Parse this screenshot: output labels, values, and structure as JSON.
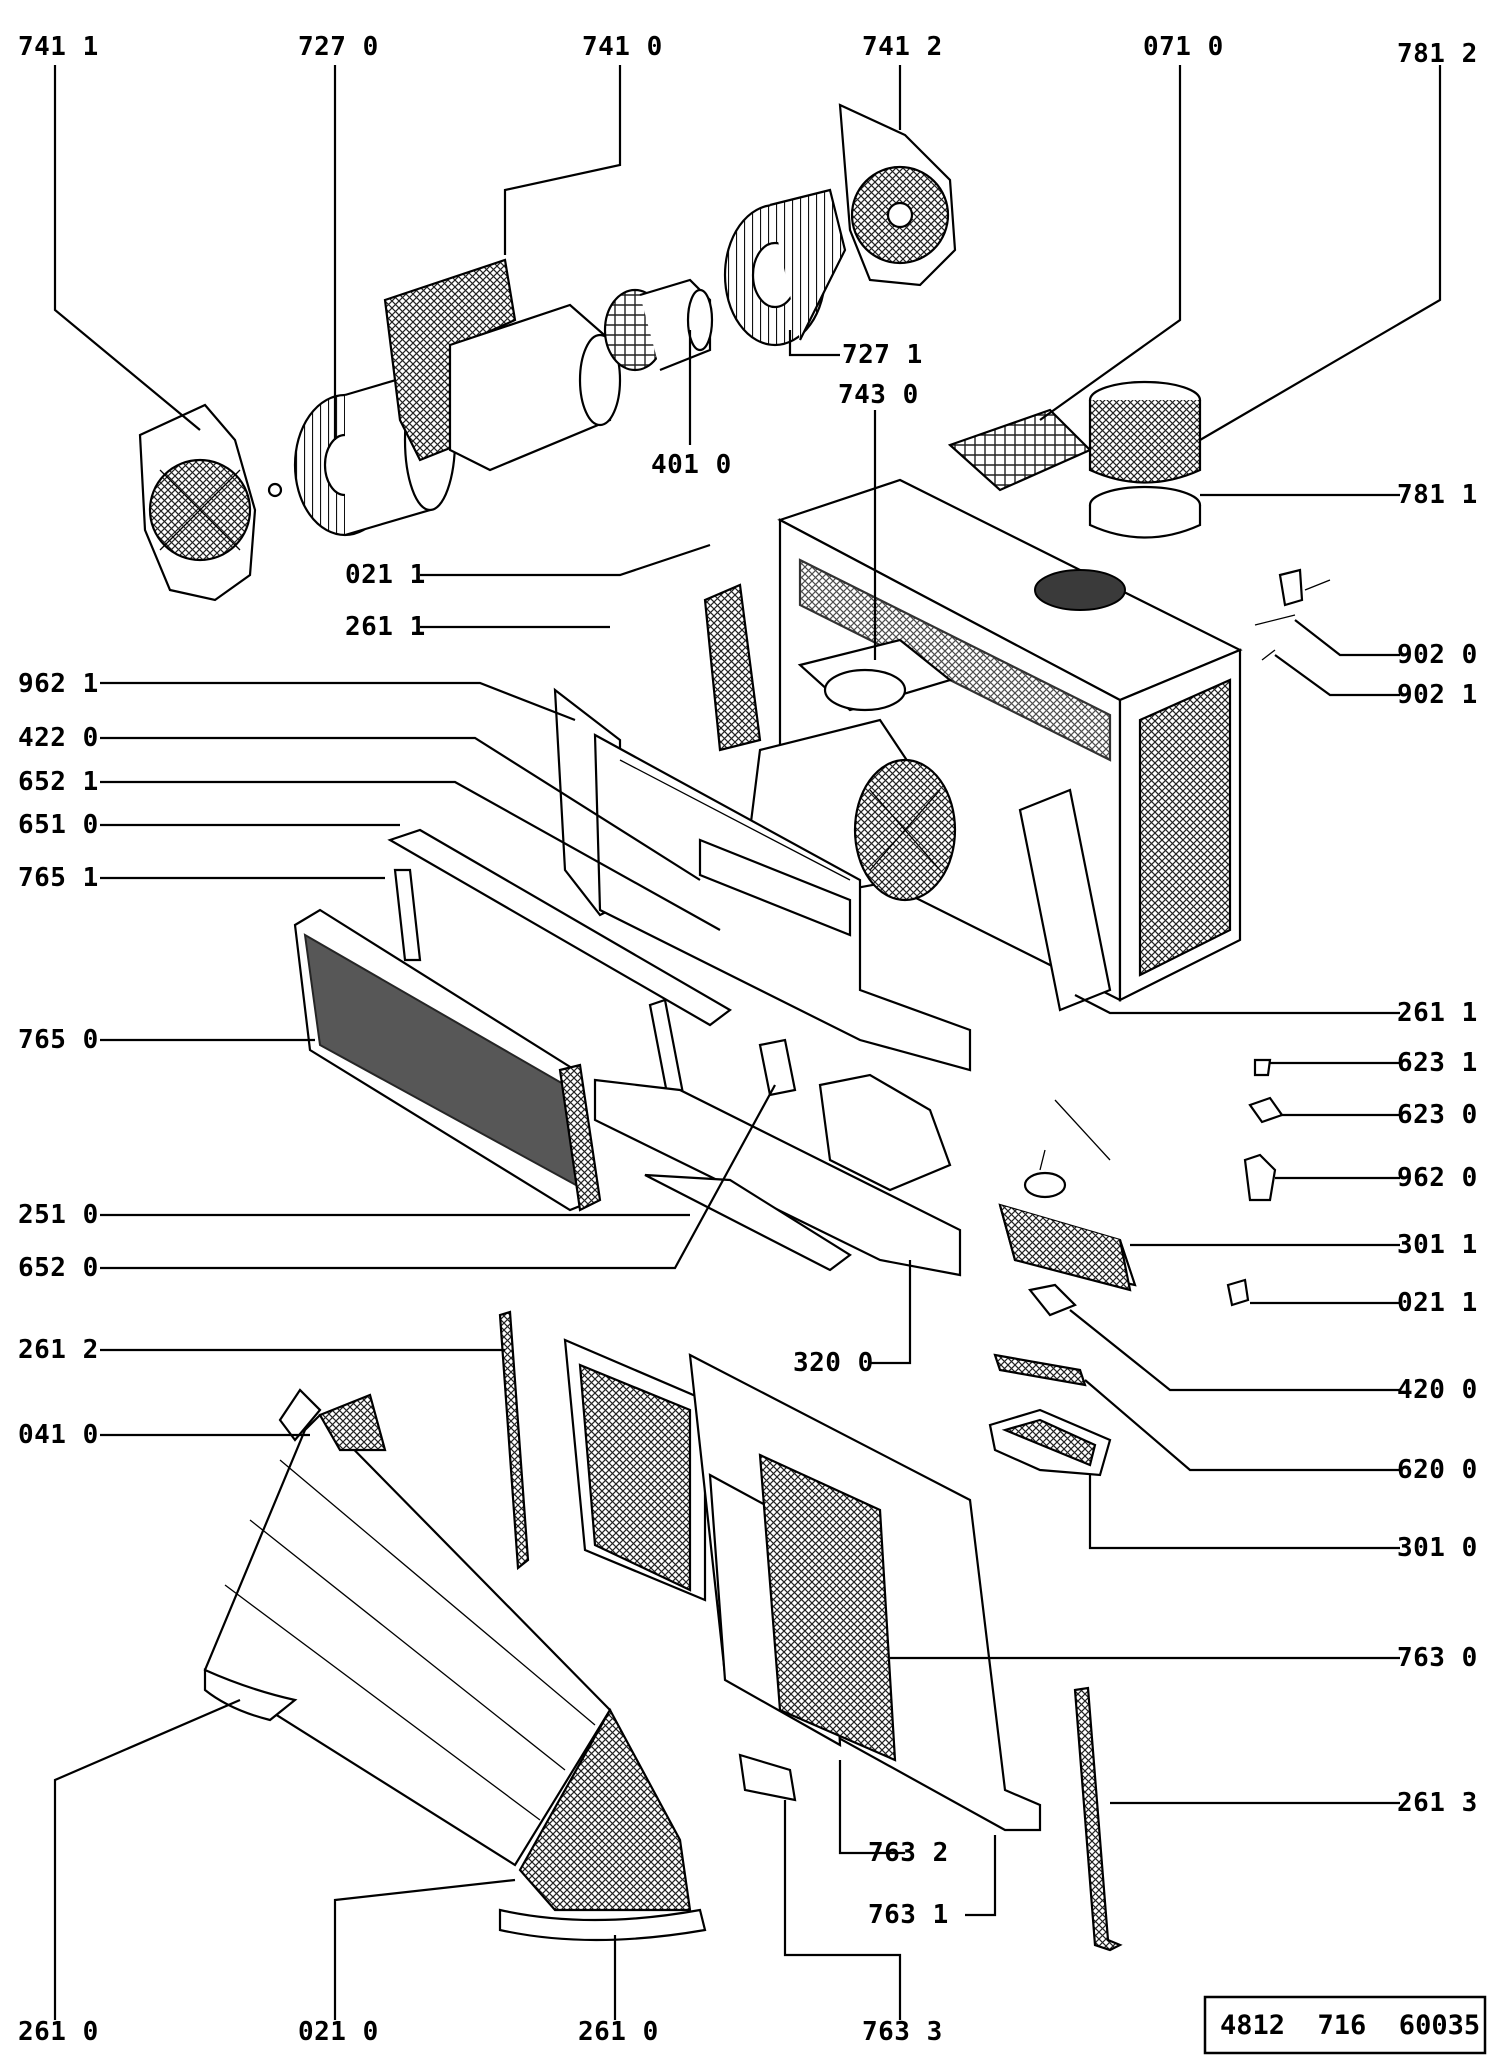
{
  "diagram": {
    "reference_number": "4812  716  60035",
    "labels": [
      {
        "id": "l-7411-top",
        "text": "741 1"
      },
      {
        "id": "l-7270",
        "text": "727 0"
      },
      {
        "id": "l-7410",
        "text": "741 0"
      },
      {
        "id": "l-7412",
        "text": "741 2"
      },
      {
        "id": "l-0710",
        "text": "071 0"
      },
      {
        "id": "l-7812",
        "text": "781 2"
      },
      {
        "id": "l-7271",
        "text": "727 1"
      },
      {
        "id": "l-7430",
        "text": "743 0"
      },
      {
        "id": "l-4010",
        "text": "401 0"
      },
      {
        "id": "l-7811",
        "text": "781 1"
      },
      {
        "id": "l-0211-a",
        "text": "021 1"
      },
      {
        "id": "l-2611-a",
        "text": "261 1"
      },
      {
        "id": "l-9020",
        "text": "902 0"
      },
      {
        "id": "l-9021",
        "text": "902 1"
      },
      {
        "id": "l-9621",
        "text": "962 1"
      },
      {
        "id": "l-4220",
        "text": "422 0"
      },
      {
        "id": "l-6521",
        "text": "652 1"
      },
      {
        "id": "l-6510",
        "text": "651 0"
      },
      {
        "id": "l-7651",
        "text": "765 1"
      },
      {
        "id": "l-7650",
        "text": "765 0"
      },
      {
        "id": "l-2611-b",
        "text": "261 1"
      },
      {
        "id": "l-6231",
        "text": "623 1"
      },
      {
        "id": "l-6230",
        "text": "623 0"
      },
      {
        "id": "l-9620",
        "text": "962 0"
      },
      {
        "id": "l-2510",
        "text": "251 0"
      },
      {
        "id": "l-3011",
        "text": "301 1"
      },
      {
        "id": "l-6520",
        "text": "652 0"
      },
      {
        "id": "l-0211-b",
        "text": "021 1"
      },
      {
        "id": "l-3200",
        "text": "320 0"
      },
      {
        "id": "l-2612",
        "text": "261 2"
      },
      {
        "id": "l-4200",
        "text": "420 0"
      },
      {
        "id": "l-0410",
        "text": "041 0"
      },
      {
        "id": "l-6200",
        "text": "620 0"
      },
      {
        "id": "l-3010",
        "text": "301 0"
      },
      {
        "id": "l-7630",
        "text": "763 0"
      },
      {
        "id": "l-2613",
        "text": "261 3"
      },
      {
        "id": "l-7632",
        "text": "763 2"
      },
      {
        "id": "l-7631",
        "text": "763 1"
      },
      {
        "id": "l-2610-a",
        "text": "261 0"
      },
      {
        "id": "l-0210",
        "text": "021 0"
      },
      {
        "id": "l-2610-b",
        "text": "261 0"
      },
      {
        "id": "l-7633",
        "text": "763 3"
      }
    ]
  }
}
